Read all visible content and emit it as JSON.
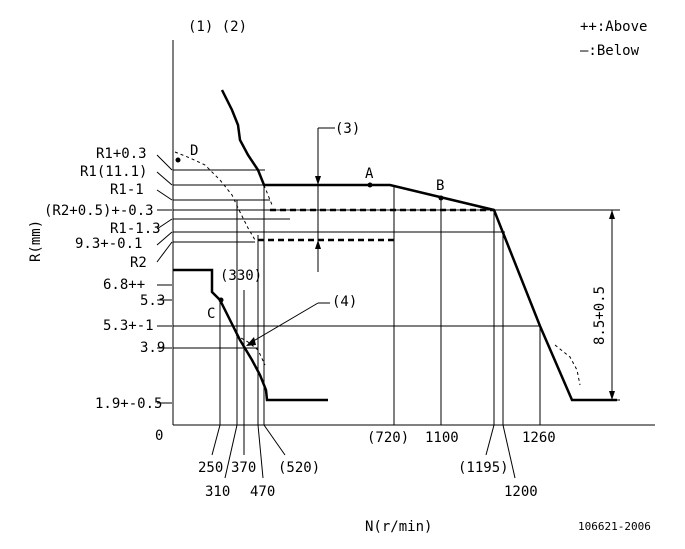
{
  "header": {
    "curve_ids": "(1) (2)",
    "legend_above": "++:Above",
    "legend_below": "—:Below"
  },
  "axes": {
    "y_label": "R(mm)",
    "x_label": "N(r/min)",
    "origin": "0"
  },
  "y_labels": {
    "r1_plus": "R1+0.3",
    "r1": "R1(11.1)",
    "r1_minus1": "R1-1",
    "r2_plus": "(R2+0.5)+-0.3",
    "r1_minus13": "R1-1.3",
    "v93": "9.3+-0.1",
    "r2": "R2",
    "v68": "6.8++",
    "v53": "5.3",
    "v53b": "5.3+-1",
    "v39": "3.9",
    "v19": "1.9+-0.5"
  },
  "x_labels": {
    "n250": "250",
    "n310": "310",
    "n370": "370",
    "n470": "470",
    "n520": "(520)",
    "n720": "(720)",
    "n1100": "1100",
    "n1195": "(1195)",
    "n1200": "1200",
    "n1260": "1260"
  },
  "annotations": {
    "n330": "(330)",
    "c3": "(3)",
    "c4": "(4)",
    "dim": "8.5+0.5",
    "pointA": "A",
    "pointB": "B",
    "pointC": "C",
    "pointD": "D",
    "ref": "106621-2006"
  }
}
